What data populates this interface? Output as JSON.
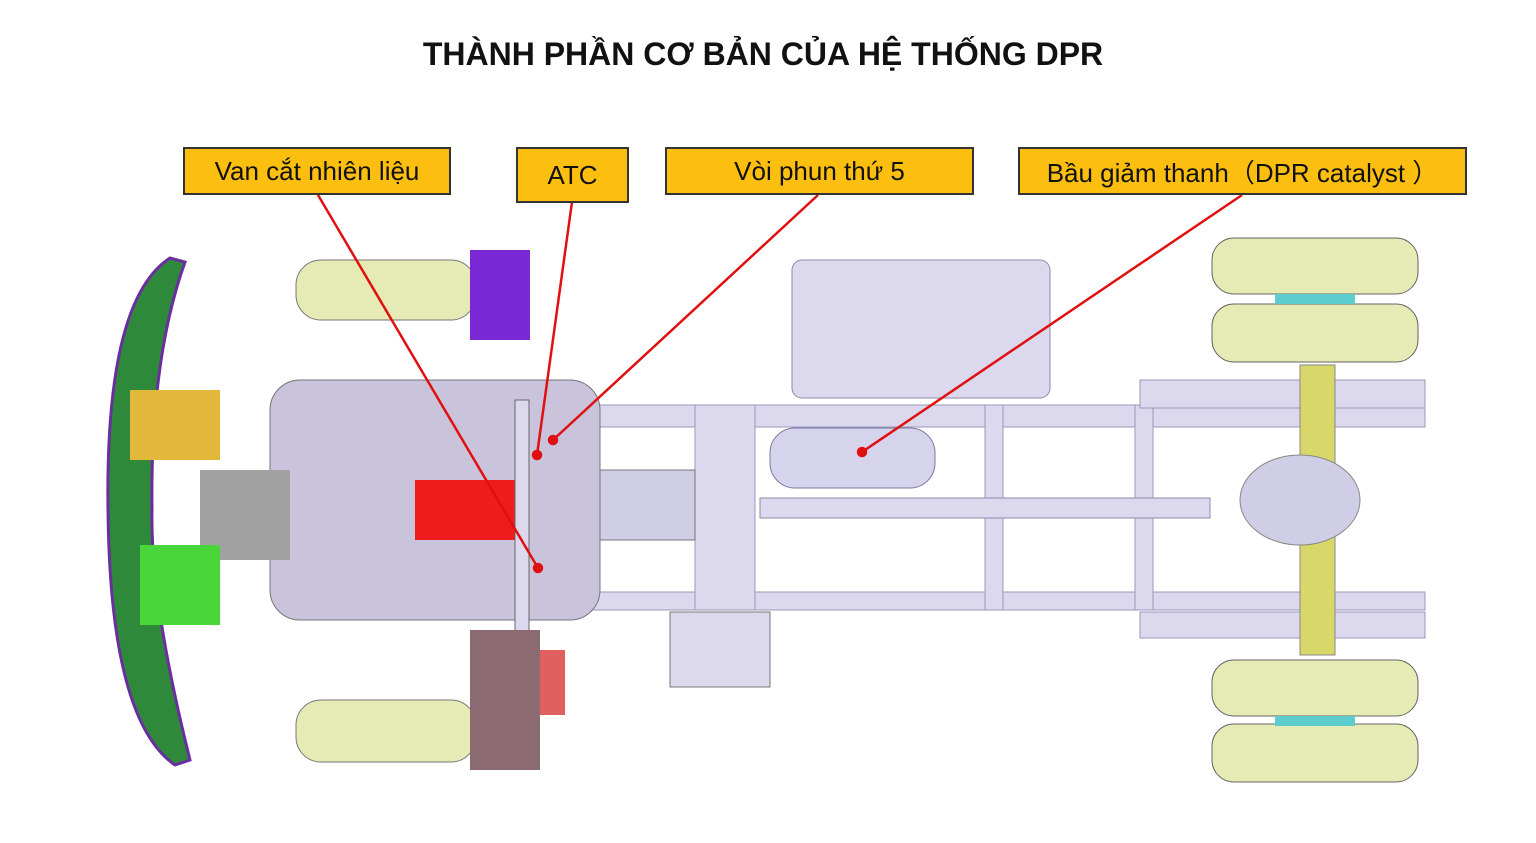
{
  "title": "THÀNH PHẦN CƠ BẢN CỦA HỆ THỐNG DPR",
  "labels": {
    "fuel_cut_valve": "Van cắt nhiên liệu",
    "atc": "ATC",
    "fifth_injector": "Vòi phun thứ 5",
    "dpr_catalyst": "Bầu giảm thanh（DPR catalyst ）"
  },
  "colors": {
    "label_bg": "#fdbf0f",
    "leader_line": "#e01010",
    "frame": "#dcd9ef",
    "tire": "#e6eab4"
  }
}
